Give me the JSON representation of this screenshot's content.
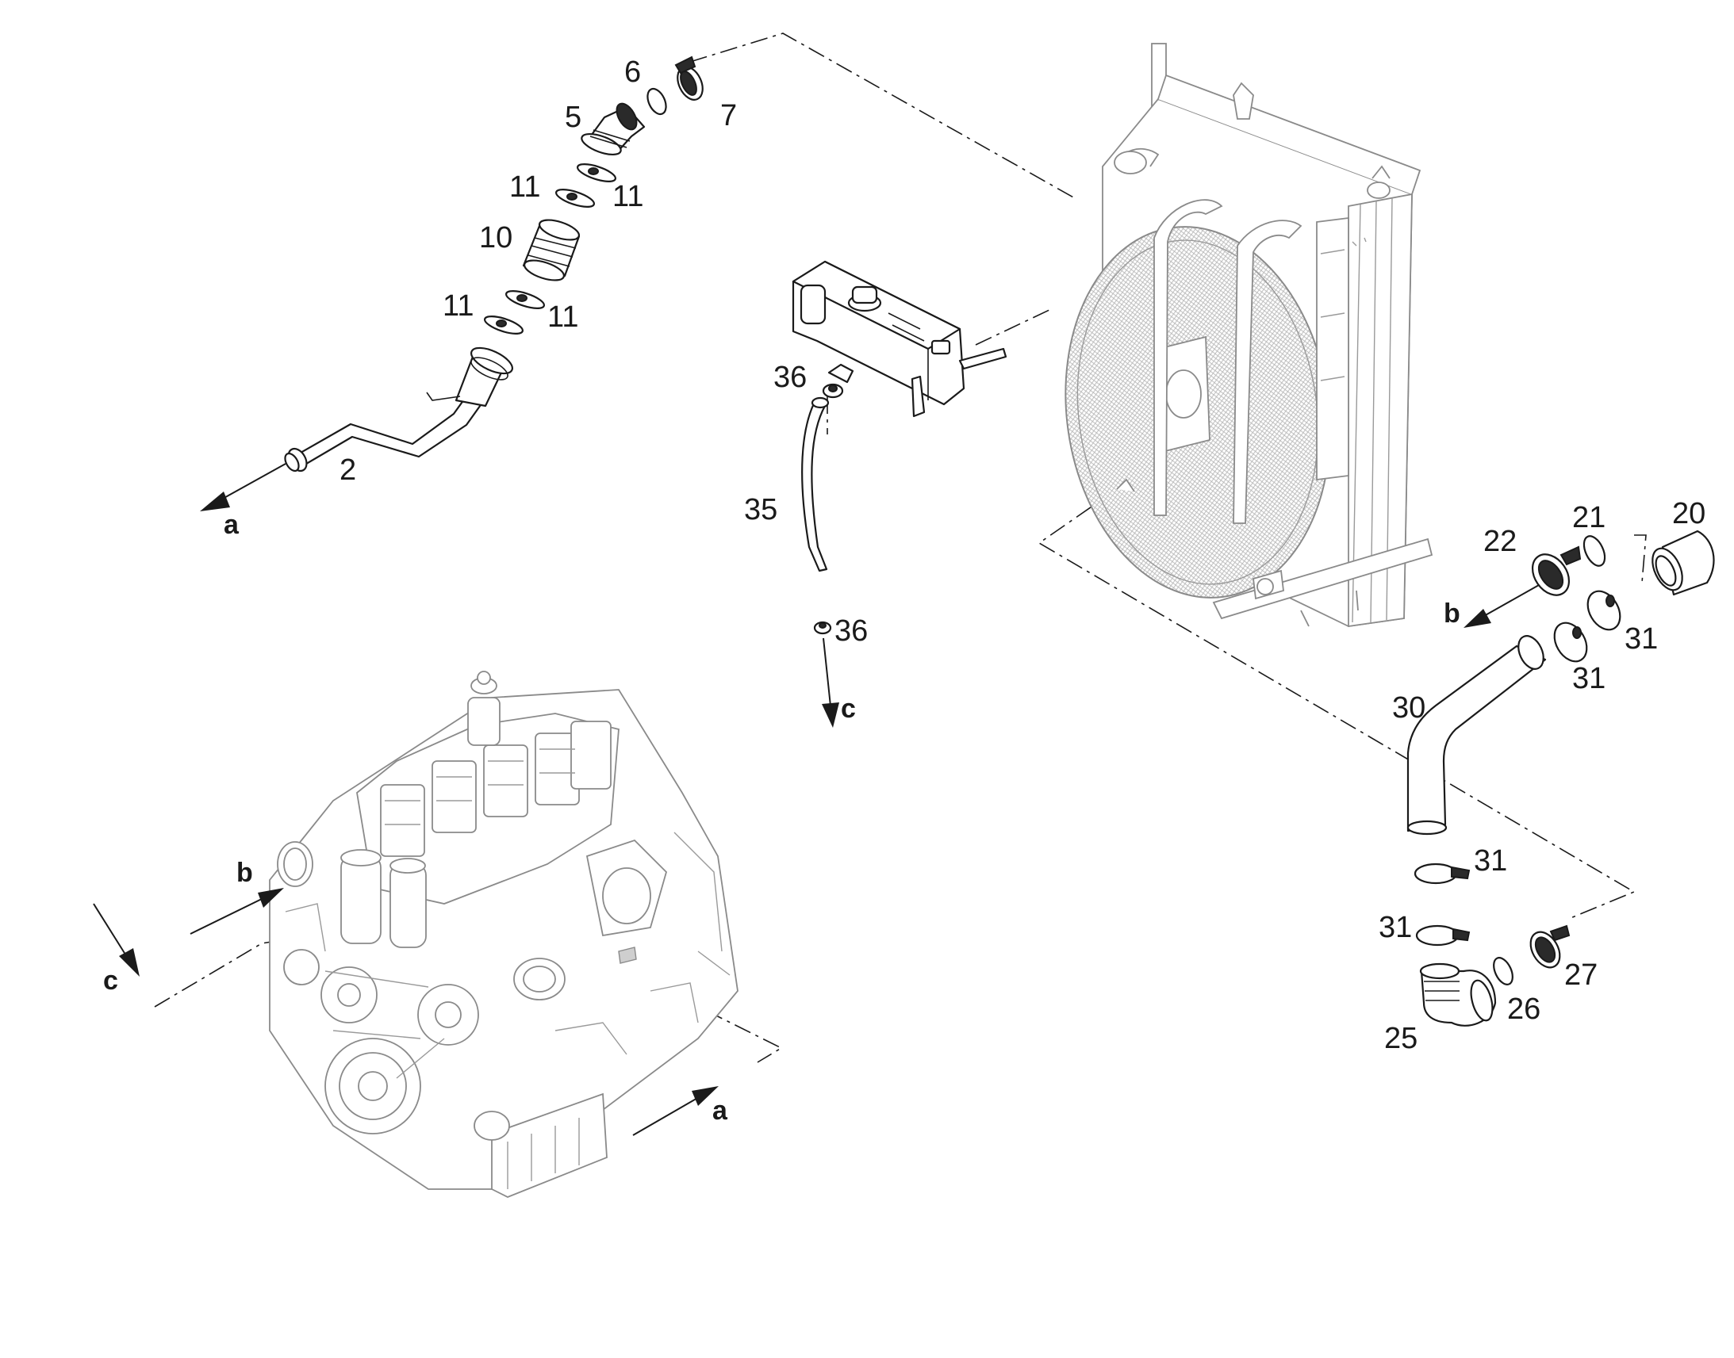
{
  "callouts": {
    "c2": "2",
    "c5": "5",
    "c6": "6",
    "c7": "7",
    "c10": "10",
    "c11a": "11",
    "c11b": "11",
    "c11c": "11",
    "c11d": "11",
    "c20": "20",
    "c21": "21",
    "c22": "22",
    "c25": "25",
    "c26": "26",
    "c27": "27",
    "c30": "30",
    "c31a": "31",
    "c31b": "31",
    "c31c": "31",
    "c31d": "31",
    "c35": "35",
    "c36a": "36",
    "c36b": "36"
  },
  "connectors": {
    "a_top": "a",
    "b_top": "b",
    "c_top": "c",
    "a_engine": "a",
    "b_engine": "b",
    "c_engine": "c"
  },
  "colors": {
    "line": "#1a1a1a",
    "ghost_line": "#8a8a8a",
    "background": "#ffffff",
    "fan_mesh": "#b5b5b5"
  }
}
